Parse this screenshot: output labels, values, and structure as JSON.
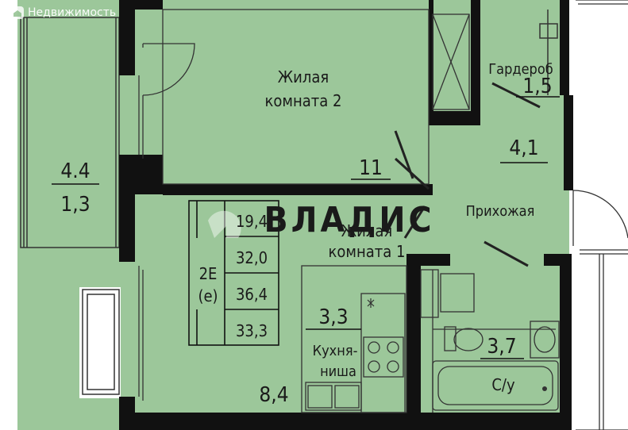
{
  "watermark": {
    "text": "Недвижимость",
    "icon": "house-icon"
  },
  "logo": {
    "text": "ВЛАДИС",
    "icon": "vladis-logo-icon"
  },
  "colors": {
    "floor": "#9cc79a",
    "wall": "#111111",
    "line": "#333333"
  },
  "balcony_top": {
    "area_total": "4.4",
    "area_reduced": "1,3"
  },
  "rooms": {
    "living2": {
      "name_line1": "Жилая",
      "name_line2": "комната 2",
      "area": "11"
    },
    "living1": {
      "name_line1": "Жилая",
      "name_line2": "комната 1"
    },
    "wardrobe": {
      "name": "Гардероб",
      "area": "1,5"
    },
    "hall": {
      "name": "Прихожая",
      "area": "4,1"
    },
    "kitchen": {
      "name_line1": "Кухня-",
      "name_line2": "ниша",
      "area": "3,3"
    },
    "bath": {
      "name": "С/у",
      "area": "3,7"
    },
    "living1_area": "8,4"
  },
  "apartment_table": {
    "type_line1": "2Е",
    "type_line2": "(е)",
    "values": [
      "19,4",
      "32,0",
      "36,4",
      "33,3"
    ]
  }
}
